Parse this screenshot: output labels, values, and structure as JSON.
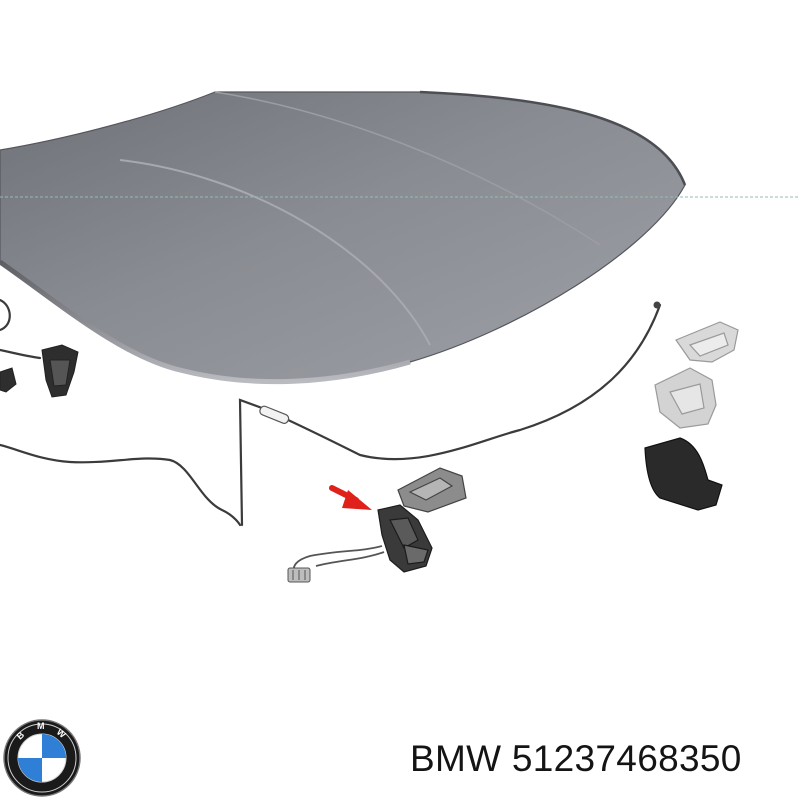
{
  "caption": {
    "brand": "BMW",
    "part_number": "51237468350"
  },
  "logo": {
    "letters": "BMW",
    "colors": {
      "ring": "#1a1a1a",
      "blue": "#2f7fd6",
      "white": "#ffffff"
    }
  },
  "diagram": {
    "hood_color": "#7d7f86",
    "arrow_color": "#e0201b",
    "highlighted_part": "hood-lock"
  }
}
